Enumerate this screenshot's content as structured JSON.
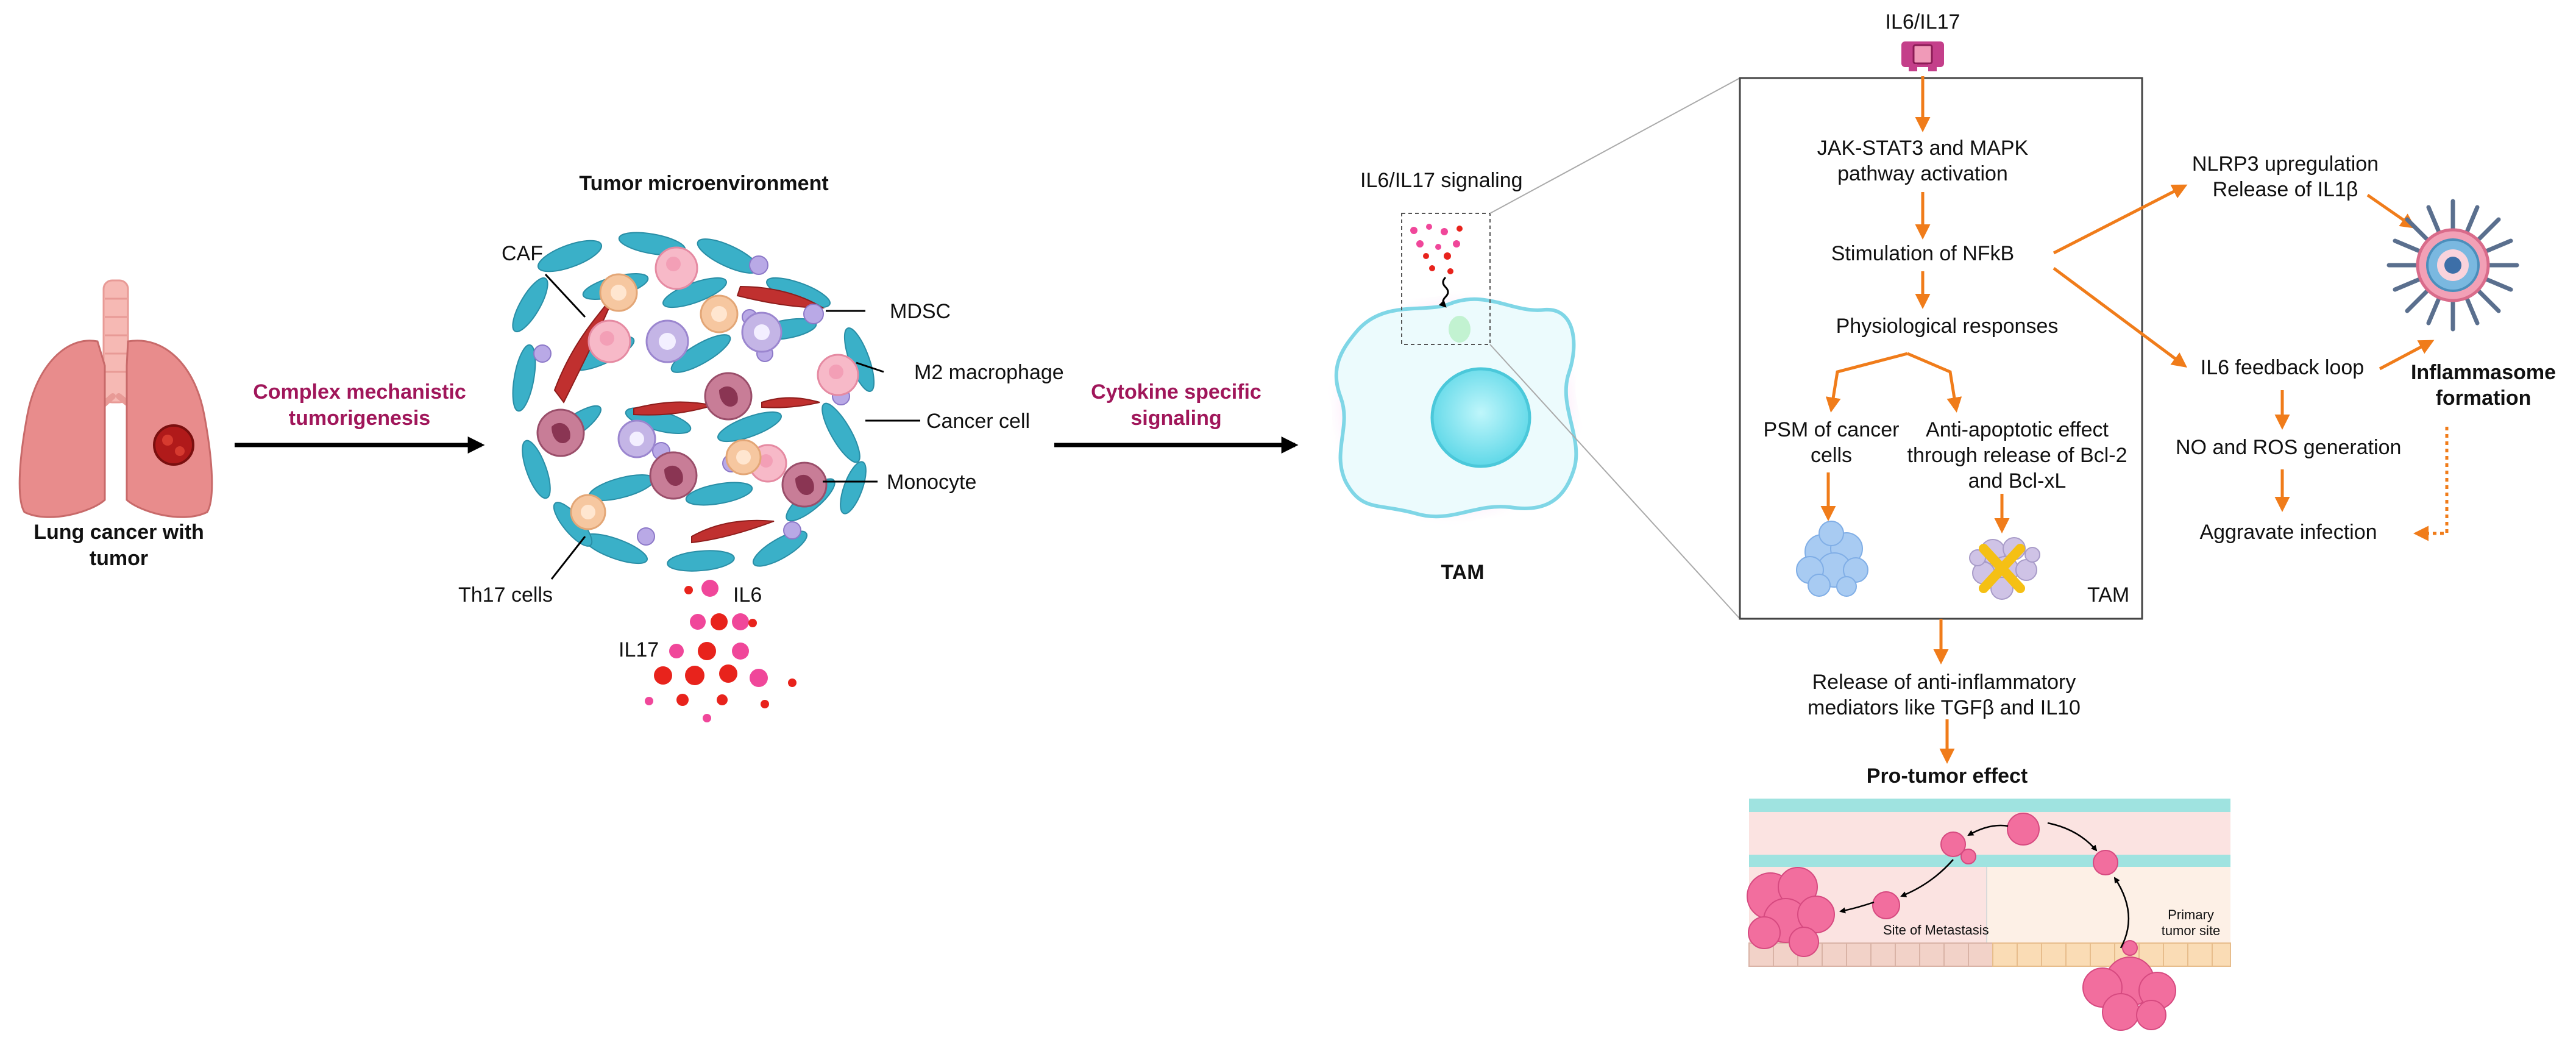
{
  "panel_lung": {
    "caption_line1": "Lung cancer with",
    "caption_line2": "tumor"
  },
  "arrow1": {
    "label_line1": "Complex mechanistic",
    "label_line2": "tumorigenesis"
  },
  "tme": {
    "title": "Tumor microenvironment",
    "labels": {
      "caf": "CAF",
      "mdsc": "MDSC",
      "m2": "M2 macrophage",
      "cancer_cell": "Cancer cell",
      "monocyte": "Monocyte",
      "th17": "Th17 cells",
      "il6": "IL6",
      "il17": "IL17"
    }
  },
  "arrow2": {
    "label_line1": "Cytokine specific",
    "label_line2": "signaling"
  },
  "tam_cell": {
    "signaling_label": "IL6/IL17 signaling",
    "caption": "TAM"
  },
  "pathway": {
    "receptor_label": "IL6/IL17",
    "jak_line1": "JAK-STAT3 and MAPK",
    "jak_line2": "pathway activation",
    "nfkb": "Stimulation of NFkB",
    "physio": "Physiological responses",
    "psm_line1": "PSM of cancer",
    "psm_line2": "cells",
    "anti_line1": "Anti-apoptotic effect",
    "anti_line2": "through release of Bcl-2",
    "anti_line3": "and Bcl-xL",
    "box_label": "TAM"
  },
  "right_branch": {
    "nlrp3_line1": "NLRP3 upregulation",
    "nlrp3_line2": "Release of IL1β",
    "inflam_line1": "Inflammasome",
    "inflam_line2": "formation",
    "il6_loop": "IL6 feedback loop",
    "no_ros": "NO and ROS generation",
    "aggravate": "Aggravate infection"
  },
  "bottom": {
    "release_line1": "Release of anti-inflammatory",
    "release_line2": "mediators like TGFβ and IL10",
    "pro_tumor": "Pro-tumor effect",
    "metastasis_site": "Site of Metastasis",
    "primary_line1": "Primary",
    "primary_line2": "tumor site"
  },
  "colors": {
    "orange": "#f07c1a",
    "magenta": "#a0165a",
    "cancer_cell_blue": "#3ab0c8",
    "cytokine_red": "#e8231c",
    "cytokine_pink": "#f0479a"
  }
}
